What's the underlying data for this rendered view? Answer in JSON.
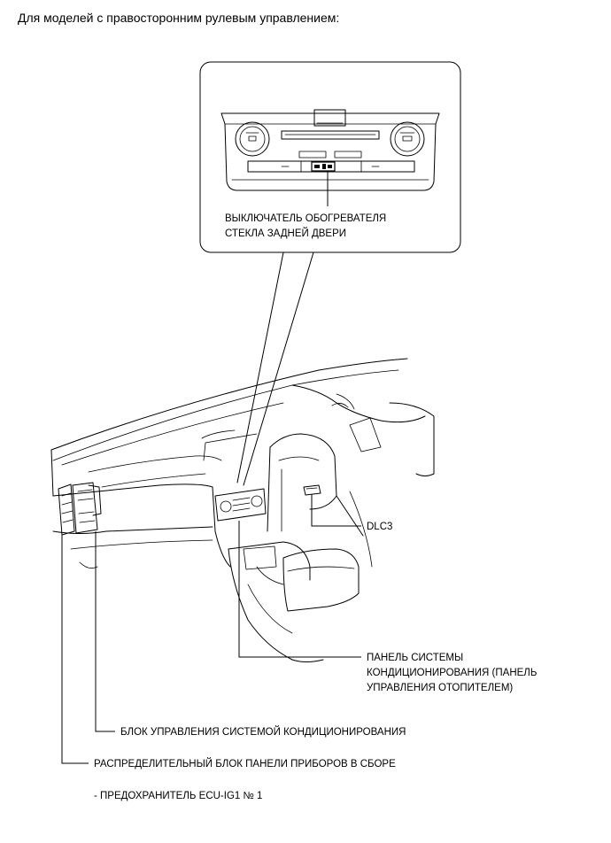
{
  "header": {
    "title": "Для моделей с правосторонним рулевым управлением:"
  },
  "callouts": {
    "rear_defogger_switch": [
      "ВЫКЛЮЧАТЕЛЬ ОБОГРЕВАТЕЛЯ",
      "СТЕКЛА ЗАДНЕЙ ДВЕРИ"
    ],
    "dlc3": "DLC3",
    "ac_panel": [
      "ПАНЕЛЬ СИСТЕМЫ",
      "КОНДИЦИОНИРОВАНИЯ (ПАНЕЛЬ",
      "УПРАВЛЕНИЯ ОТОПИТЕЛЕМ)"
    ],
    "ac_ecu": "БЛОК УПРАВЛЕНИЯ СИСТЕМОЙ КОНДИЦИОНИРОВАНИЯ",
    "junction_block": "РАСПРЕДЕЛИТЕЛЬНЫЙ БЛОК ПАНЕЛИ ПРИБОРОВ В СБОРЕ",
    "fuse": "- ПРЕДОХРАНИТЕЛЬ ECU-IG1 № 1"
  }
}
